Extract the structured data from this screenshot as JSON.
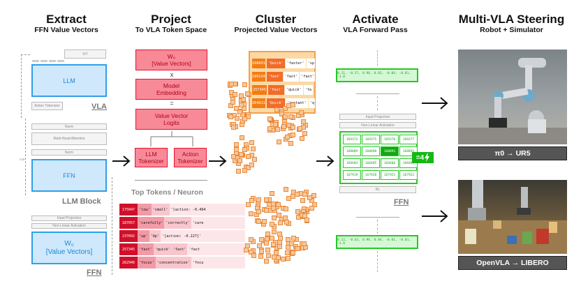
{
  "headers": {
    "extract": {
      "title": "Extract",
      "subtitle": "FFN Value Vectors"
    },
    "project": {
      "title": "Project",
      "subtitle": "To VLA Token Space"
    },
    "cluster": {
      "title": "Cluster",
      "subtitle": "Projected Value Vectors"
    },
    "activate": {
      "title": "Activate",
      "subtitle": "VLA Forward Pass"
    },
    "steering": {
      "title": "Multi-VLA Steering",
      "subtitle": "Robot + Simulator"
    }
  },
  "extract": {
    "vit": "ViT",
    "llm": "LLM",
    "action_tokenizer": "Action Tokenizer",
    "vla_label": "VLA",
    "norm_top": "Norm",
    "mha": "Multi-Head Attention",
    "norm_mid": "Norm",
    "ffn": "FFN",
    "llm_block_label": "LLM Block",
    "input_projection": "Input Projection",
    "nonlinear": "Non-Linear Activation",
    "w0_line1": "W₀",
    "w0_line2": "[Value Vectors]",
    "ffn_label": "FFN",
    "x_label": "x16"
  },
  "project": {
    "w0_line1": "W₀",
    "w0_line2": "[Value Vectors]",
    "times": "x",
    "model_emb_line1": "Model",
    "model_emb_line2": "Embedding",
    "equals": "=",
    "logits_line1": "Value Vector",
    "logits_line2": "Logits",
    "llm_tok_line1": "LLM",
    "llm_tok_line2": "Tokenizer",
    "act_tok_line1": "Action",
    "act_tok_line2": "Tokenizer",
    "top_tokens_title": "Top Tokens / Neuron",
    "top_tokens": [
      {
        "id": "175047",
        "tokens": [
          "'low'",
          "'small'",
          "'[action: -0.494"
        ]
      },
      {
        "id": "187057",
        "tokens": [
          "'carefully'",
          "'correctly'",
          "'care"
        ]
      },
      {
        "id": "237602",
        "tokens": [
          "'up'",
          "'Up'",
          "'[action: -0.227]'"
        ]
      },
      {
        "id": "257345",
        "tokens": [
          "'fast'",
          "'quick'",
          "'fast'",
          "'fast"
        ]
      },
      {
        "id": "262946",
        "tokens": [
          "'focus'",
          "'concentration'",
          "'focu"
        ]
      }
    ]
  },
  "cluster": {
    "rows": [
      {
        "id": "168691",
        "tokens": [
          "'Quick'",
          "'faster'",
          "'sp"
        ]
      },
      {
        "id": "189124",
        "tokens": [
          "'fast'",
          "'fast'",
          "'fast'"
        ]
      },
      {
        "id": "257345",
        "tokens": [
          "'fast'",
          "'quick'",
          "'fa"
        ]
      },
      {
        "id": "264811",
        "tokens": [
          "'Quick'",
          "'instant'",
          "'q"
        ]
      }
    ]
  },
  "activate": {
    "top_vector": "0.11, -0.57, 0.96, 0.02, -0.04, -0.01, -1.0",
    "bottom_vector": "0.12, -0.62, 0.96, 0.04, -0.01, -0.01, -1.0",
    "input_projection": "Input Projection",
    "nonlinear": "Non-Linear Activation",
    "grid": [
      [
        "169374",
        "169375",
        "169376",
        "169377"
      ],
      [
        "168889",
        "168890",
        "168891",
        "168892"
      ],
      [
        "168404",
        "168405",
        "168406",
        "168407"
      ],
      [
        "167919",
        "167920",
        "167921",
        "167922"
      ]
    ],
    "highlight": "168891",
    "wo": "W₀",
    "set_value": "=4",
    "ffn_label": "FFN"
  },
  "steering": {
    "caption_top": "π0 → UR5",
    "caption_bottom": "OpenVLA → LIBERO"
  },
  "colors": {
    "blue": "#2f9fe8",
    "red": "#e8102a",
    "orange": "#f57c13",
    "green": "#25c925"
  }
}
